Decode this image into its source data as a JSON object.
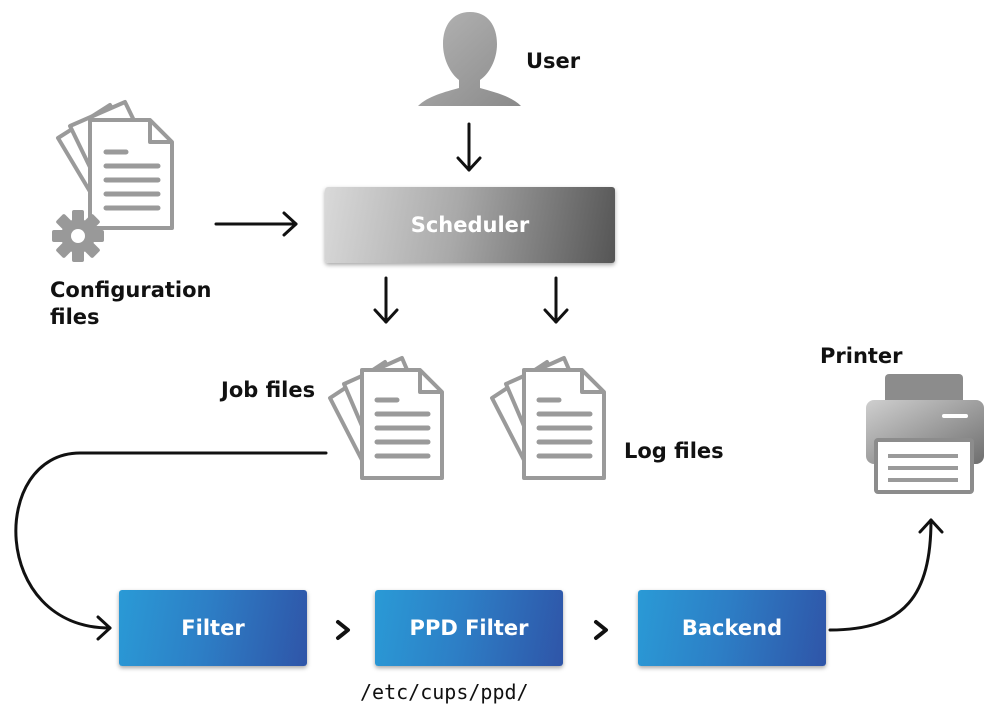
{
  "nodes": {
    "user": "User",
    "scheduler": "Scheduler",
    "config_files": "Configuration files",
    "job_files": "Job files",
    "log_files": "Log files",
    "printer": "Printer",
    "filter": "Filter",
    "ppd_filter": "PPD Filter",
    "backend": "Backend"
  },
  "ppd_path": "/etc/cups/ppd/",
  "icons": {
    "user": "user-icon",
    "config": "config-files-icon",
    "job": "job-files-icon",
    "log": "log-files-icon",
    "printer": "printer-icon"
  },
  "colors": {
    "blue_start": "#2a9ad6",
    "blue_end": "#2f55a8",
    "gray_start": "#d9d9d9",
    "gray_end": "#555555",
    "icon_gray": "#9a9a9a"
  }
}
